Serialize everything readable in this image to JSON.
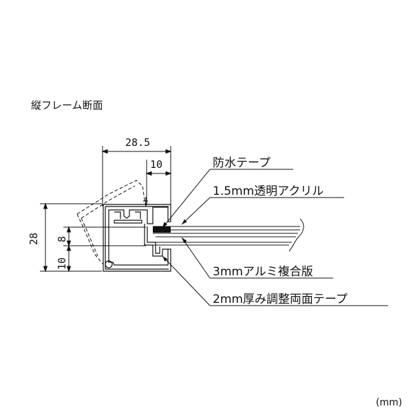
{
  "title": "縦フレーム断面",
  "unit": "(mm)",
  "dimensions": {
    "width_overall": "28.5",
    "width_inner": "10",
    "height_overall": "28",
    "height_a": "10",
    "height_b": "8"
  },
  "callouts": {
    "tape": "防水テープ",
    "acrylic": "1.5mm透明アクリル",
    "composite": "3mmアルミ複合版",
    "adhesive": "2mm厚み調整両面テープ"
  }
}
